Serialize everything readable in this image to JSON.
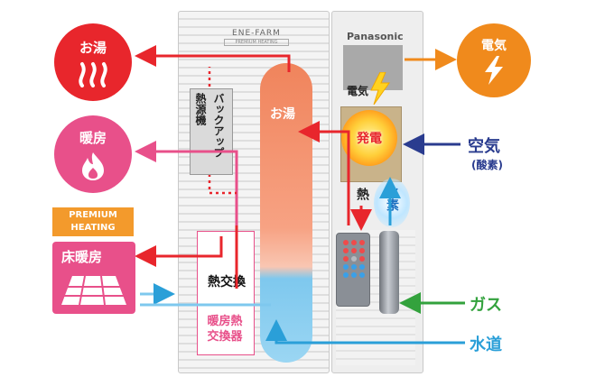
{
  "brand_left": "ENE-FARM",
  "brand_left_sub": "PREMIUM HEATING",
  "brand_right": "Panasonic",
  "outputs": {
    "hot_water": "お湯",
    "heating": "暖房",
    "electricity": "電気"
  },
  "inputs": {
    "air": "空気",
    "air_sub": "(酸素)",
    "gas": "ガス",
    "water": "水道"
  },
  "inside": {
    "backup": "バックアップ",
    "backup_side": "熱源機",
    "tank_label": "お湯",
    "heat_exchange": "熱交換",
    "heating_exchanger": "暖房熱\n交換器",
    "power_gen": "発電",
    "electricity": "電気",
    "heat": "熱",
    "hydrogen": "水素"
  },
  "premium": {
    "line1": "PREMIUM",
    "line2": "HEATING"
  },
  "floor_heating": "床暖房",
  "colors": {
    "red": "#e8262c",
    "pink": "#e8508a",
    "orange": "#f08a1c",
    "blue": "#2a9fd8",
    "navy": "#2a3c8f",
    "green": "#33a23d"
  }
}
